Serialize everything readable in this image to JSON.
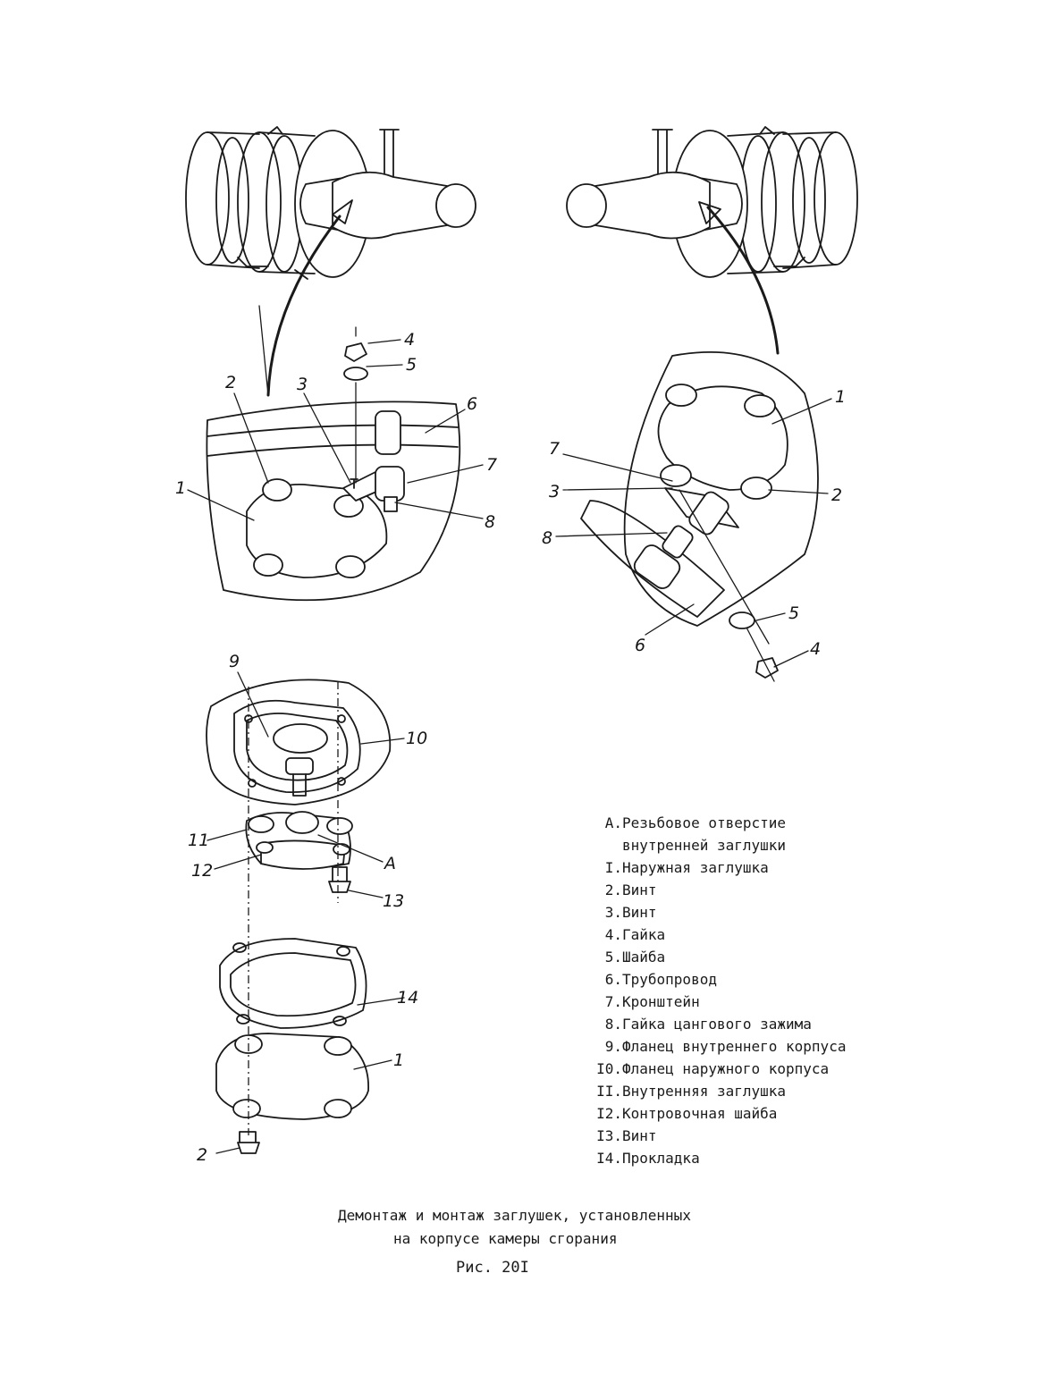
{
  "callouts": {
    "tl": [
      "1",
      "2",
      "3",
      "4",
      "5",
      "6",
      "7",
      "8"
    ],
    "tr": [
      "1",
      "2",
      "3",
      "4",
      "5",
      "6",
      "7",
      "8"
    ],
    "bl": [
      "9",
      "10",
      "11",
      "12",
      "A",
      "13",
      "14",
      "1",
      "2"
    ]
  },
  "legend": [
    {
      "key": "А.",
      "text": "Резьбовое отверстие"
    },
    {
      "key": "",
      "text": "внутренней заглушки"
    },
    {
      "key": "I.",
      "text": "Наружная заглушка"
    },
    {
      "key": "2.",
      "text": "Винт"
    },
    {
      "key": "3.",
      "text": "Винт"
    },
    {
      "key": "4.",
      "text": "Гайка"
    },
    {
      "key": "5.",
      "text": "Шайба"
    },
    {
      "key": "6.",
      "text": "Трубопровод"
    },
    {
      "key": "7.",
      "text": "Кронштейн"
    },
    {
      "key": "8.",
      "text": "Гайка цангового зажима"
    },
    {
      "key": "9.",
      "text": "Фланец внутреннего корпуса"
    },
    {
      "key": "I0.",
      "text": "Фланец наружного корпуса"
    },
    {
      "key": "II.",
      "text": "Внутренняя заглушка"
    },
    {
      "key": "I2.",
      "text": "Контровочная шайба"
    },
    {
      "key": "I3.",
      "text": "Винт"
    },
    {
      "key": "I4.",
      "text": "Прокладка"
    }
  ],
  "caption": {
    "line1": "Демонтаж и монтаж заглушек, установленных",
    "line2": "на корпусе камеры сгорания",
    "figure": "Рис. 20I"
  }
}
